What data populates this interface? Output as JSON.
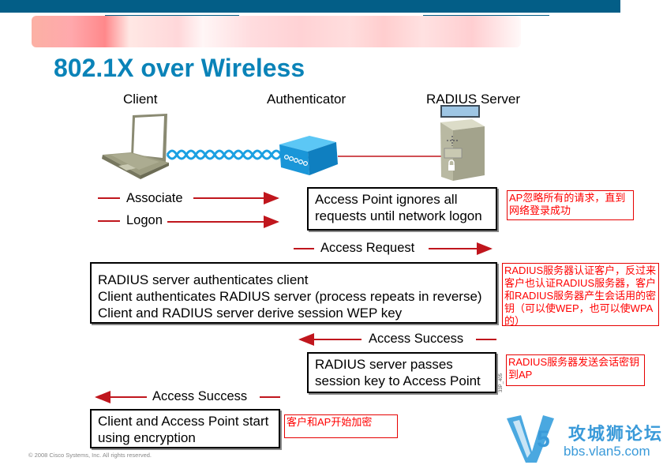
{
  "slide": {
    "title": "802.1X over Wireless",
    "footer": "© 2008 Cisco Systems, Inc. All rights reserved.",
    "side_code": "33P_405"
  },
  "columns": {
    "client": "Client",
    "authenticator": "Authenticator",
    "server": "RADIUS Server"
  },
  "flow": {
    "associate": "Associate",
    "logon": "Logon",
    "access_request": "Access Request",
    "access_success_1": "Access Success",
    "access_success_2": "Access Success"
  },
  "boxes": {
    "ap_ignores": [
      "Access Point ignores all",
      "requests until network logon"
    ],
    "radius_auth": [
      "RADIUS server authenticates client",
      "Client authenticates RADIUS server (process repeats in reverse)",
      "Client and RADIUS server derive session WEP key"
    ],
    "passes_key": [
      "RADIUS server passes",
      "session key to Access Point"
    ],
    "start_encryption": [
      "Client and Access Point start",
      "using encryption"
    ]
  },
  "notes": {
    "ap_ignores": "AP忽略所有的请求，直到网络登录成功",
    "radius_auth": "RADIUS服务器认证客户，反过来客户也认证RADIUS服务器，客户和RADIUS服务器产生会话用的密钥（可以使WEP，也可以使WPA的）",
    "passes_key": "RADIUS服务器发送会话密钥到AP",
    "start_encryption": "客户和AP开始加密"
  },
  "watermark": {
    "logo_letter": "V",
    "logo_digit": "5",
    "name": "攻城狮论坛",
    "url": "bbs.vlan5.com"
  },
  "colors": {
    "title": "#0a83b8",
    "arrow": "#c0161d",
    "note": "#ff0000",
    "topbar": "#035e87"
  }
}
